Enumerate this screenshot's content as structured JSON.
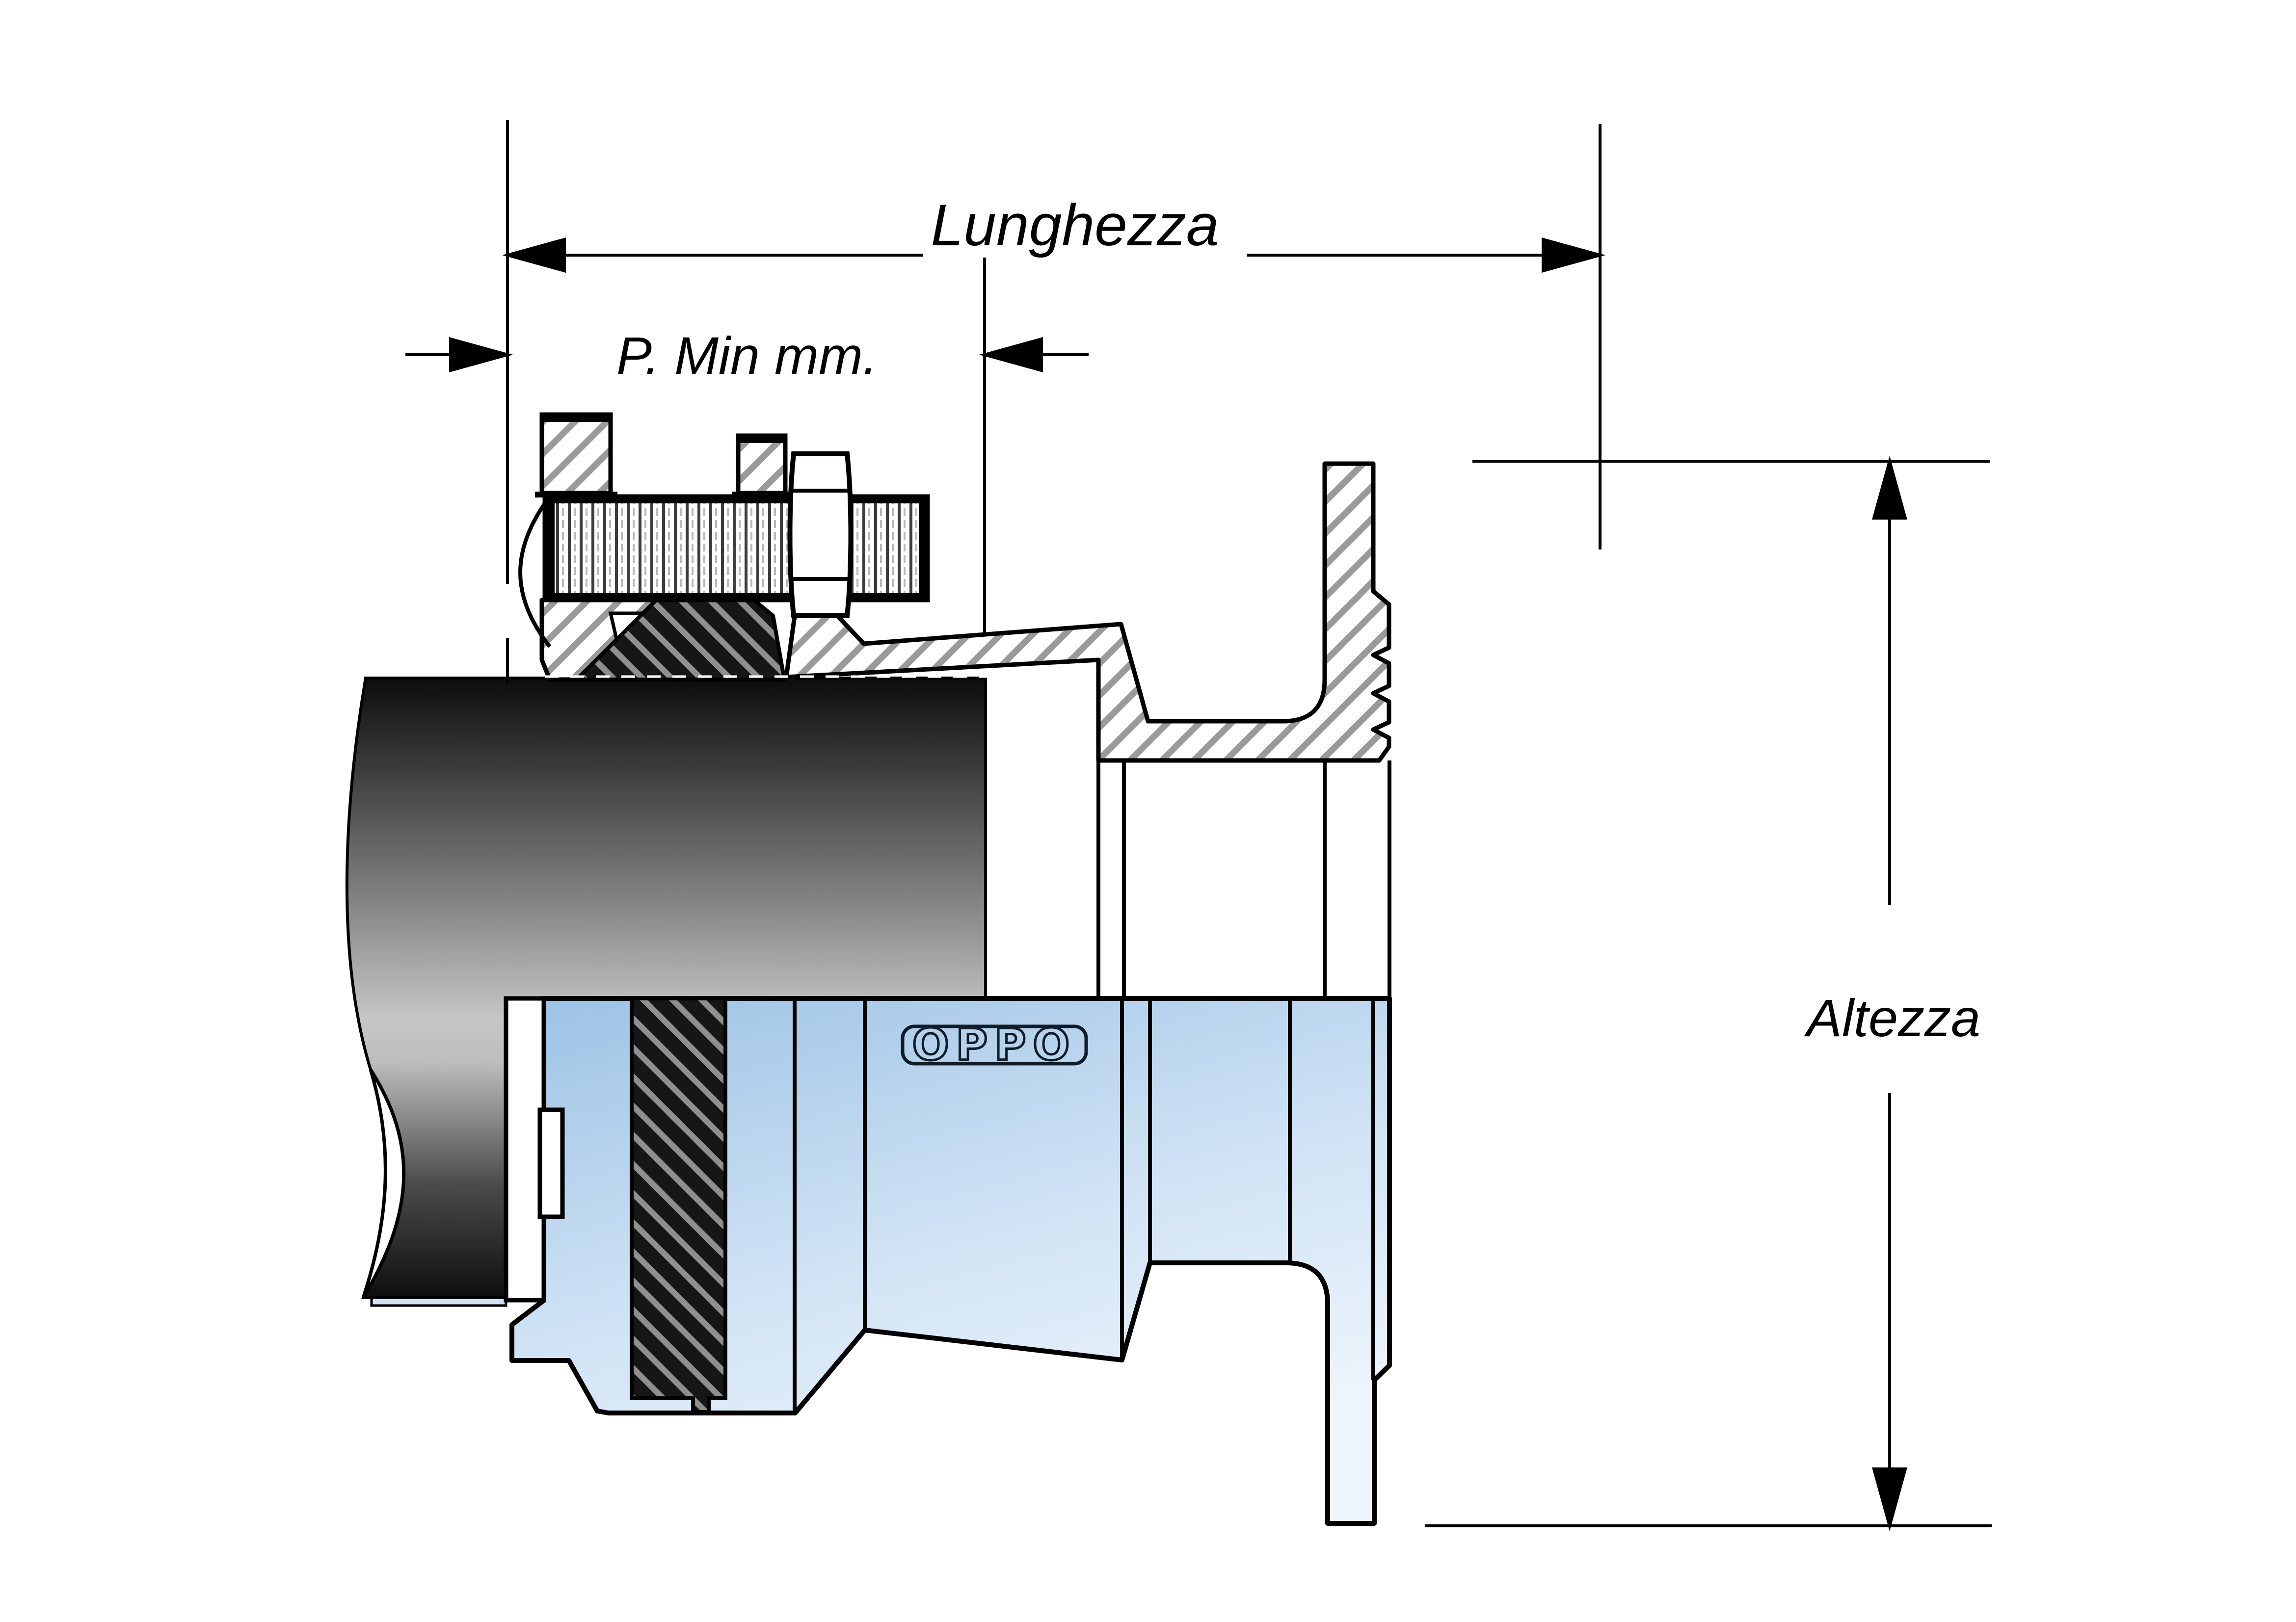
{
  "page": {
    "background": "#ffffff",
    "type": "technical-drawing"
  },
  "labels": {
    "length": "Lunghezza",
    "penetration_min": "P. Min mm.",
    "height": "Altezza"
  },
  "brand": {
    "name": "OPPO"
  },
  "colors": {
    "outline": "#000000",
    "hatch_gray": "#9a9a9a",
    "rubber_dark": "#161616",
    "body_blue": "#a5c9e9",
    "body_blue_light": "#eef5fc",
    "pipe_dark": "#0c0c0c",
    "pipe_light": "#c6c6c6",
    "logo_navy": "#101c28"
  }
}
